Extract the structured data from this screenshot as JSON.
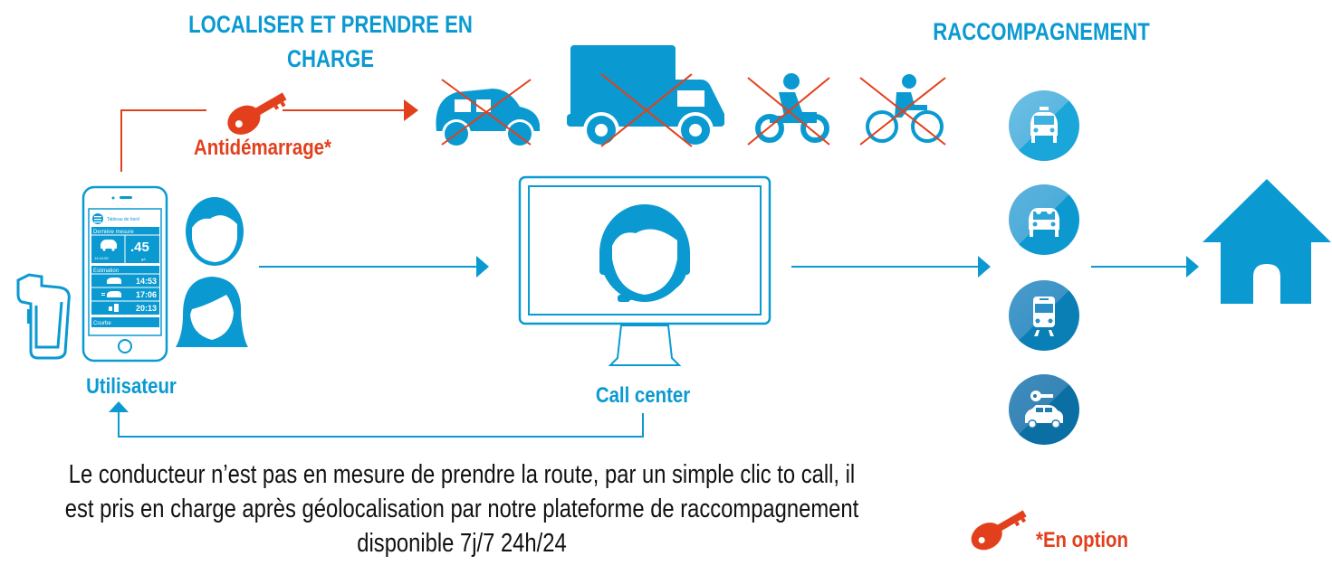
{
  "headings": {
    "locate": "LOCALISER ET PRENDRE EN CHARGE",
    "raccompagnement": "RACCOMPAGNEMENT"
  },
  "labels": {
    "antidemarrage": "Antidémarrage*",
    "utilisateur": "Utilisateur",
    "call_center": "Call center",
    "option": "*En option"
  },
  "description": "Le conducteur n’est pas en mesure de prendre la route, par un simple clic to call, il est pris en charge après géolocalisation par notre plateforme de raccompagnement disponible 7j/7 24h/24",
  "phone": {
    "header": "Tableau de bord",
    "last_measure_label": "Dernière mesure",
    "last_measure_time": "14:44:05",
    "last_measure_value": ".45",
    "last_measure_unit": "g/L",
    "estimation_label": "Estimation",
    "estimations": [
      {
        "icon": "car-icon",
        "time": "14:53"
      },
      {
        "icon": "car-fast-icon",
        "time": "17:06"
      },
      {
        "icon": "drink-icon",
        "time": "20:13"
      }
    ],
    "curve_label": "Courbe"
  },
  "vehicles_forbidden": [
    "car-icon",
    "truck-icon",
    "motorcycle-icon",
    "bicycle-icon"
  ],
  "raccompagnement_options": [
    "taxi-icon",
    "carpool-icon",
    "train-icon",
    "car-key-icon"
  ],
  "colors": {
    "brand_blue": "#0a9ad1",
    "accent_red": "#e2401c",
    "text": "#111111"
  }
}
